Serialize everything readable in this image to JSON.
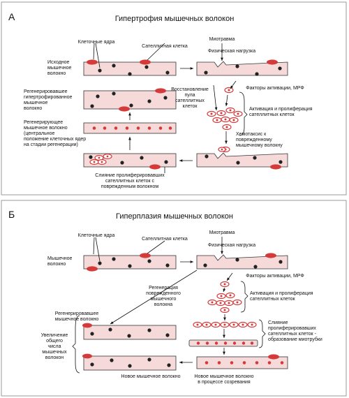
{
  "panels": [
    {
      "letter": "А",
      "title": "Гипертрофия мышечных волокон",
      "labels": {
        "nuclei": "Клеточные ядра",
        "satellite": "Сателлитная клетка",
        "original_fiber": [
          "Исходное",
          "мышечное",
          "волокно"
        ],
        "microtrauma": "Миотравма",
        "physical_load": "Физическая нагрузка",
        "activation_factors": "Факторы активации, МРФ",
        "pool_restore": [
          "Восстановление",
          "пула",
          "сателлитных",
          "клеток"
        ],
        "activation_prolif": [
          "Активация и пролиферация",
          "сателлитных клеток"
        ],
        "chemotaxis": [
          "Хемотаксис к",
          "поврежденному",
          "мышечному волокну"
        ],
        "fusion": [
          "Слияние пролиферировавших",
          "сателлитных клеток с",
          "поврежденным волокном"
        ],
        "regenerated": [
          "Регенерировавшее",
          "гипертрофированное",
          "мышечное",
          "волокно"
        ],
        "regenerating": [
          "Регенерирующее",
          "мышечное волокно",
          "(центральное",
          "положение клеточных ядер",
          "на стадии регенерации)"
        ]
      }
    },
    {
      "letter": "Б",
      "title": "Гиперплазия мышечных волокон",
      "labels": {
        "nuclei": "Клеточные ядра",
        "satellite": "Сателлитная клетка",
        "fiber": [
          "Мышечное",
          "волокно"
        ],
        "microtrauma": "Миотравма",
        "physical_load": "Физическая нагрузка",
        "activation_factors": "Факторы активации, МРФ",
        "regeneration": [
          "Регенерация",
          "поврежденного",
          "мышечного",
          "волокна"
        ],
        "activation_prolif": [
          "Активация и пролиферация",
          "сателлитных клеток"
        ],
        "regenerated": [
          "Регенерировавшее",
          "мышечное волокно"
        ],
        "increase": [
          "Увеличение",
          "общего",
          "числа",
          "мышечных",
          "волокон"
        ],
        "fusion_tube": [
          "Слияние",
          "пролиферировавших",
          "сателлитных клеток -",
          "образование миотрубки"
        ],
        "new_fiber": "Новое мышечное волокно",
        "new_fiber_maturing": [
          "Новое мышечное волокно",
          "в процессе созревания"
        ]
      }
    }
  ],
  "colors": {
    "fiber_fill": "#f6dada",
    "fiber_stroke": "#333333",
    "satellite": "#d43a3a",
    "nucleus": "#222222",
    "panel_stroke": "#999999"
  }
}
